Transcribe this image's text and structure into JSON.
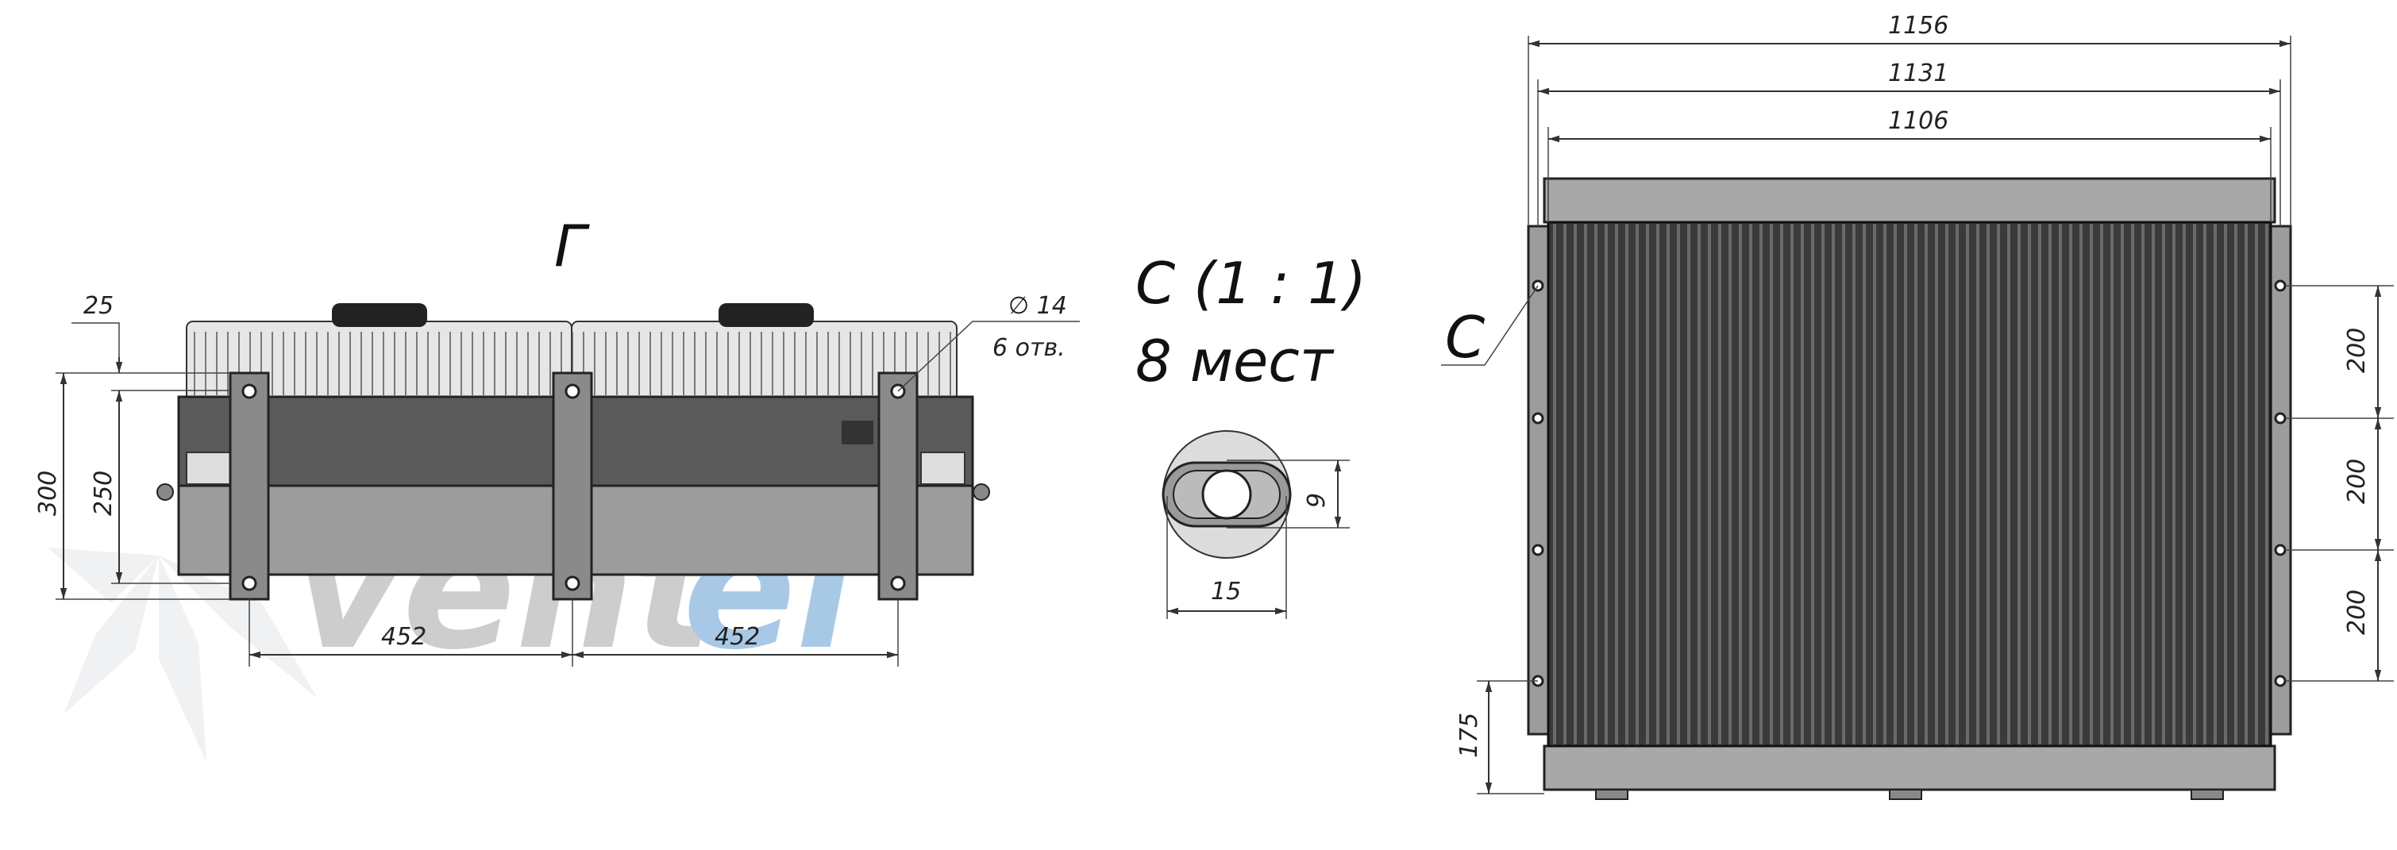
{
  "left_view": {
    "view_label": "Г",
    "dim_25": "25",
    "dim_300": "300",
    "dim_250": "250",
    "dim_452_left": "452",
    "dim_452_right": "452",
    "hole_diameter": "∅ 14",
    "hole_count": "6 отв."
  },
  "detail_view": {
    "title_line1": "С (1 : 1)",
    "title_line2": "8 мест",
    "dim_9": "9",
    "dim_15": "15"
  },
  "right_view": {
    "dim_1156": "1156",
    "dim_1131": "1131",
    "dim_1106": "1106",
    "detail_callout": "С",
    "dim_200_a": "200",
    "dim_200_b": "200",
    "dim_200_c": "200",
    "dim_175": "175"
  },
  "watermark": {
    "text_a": "vent",
    "text_b": "el",
    "color_a": "#c8c8c8",
    "color_b": "#9fc4e4"
  }
}
